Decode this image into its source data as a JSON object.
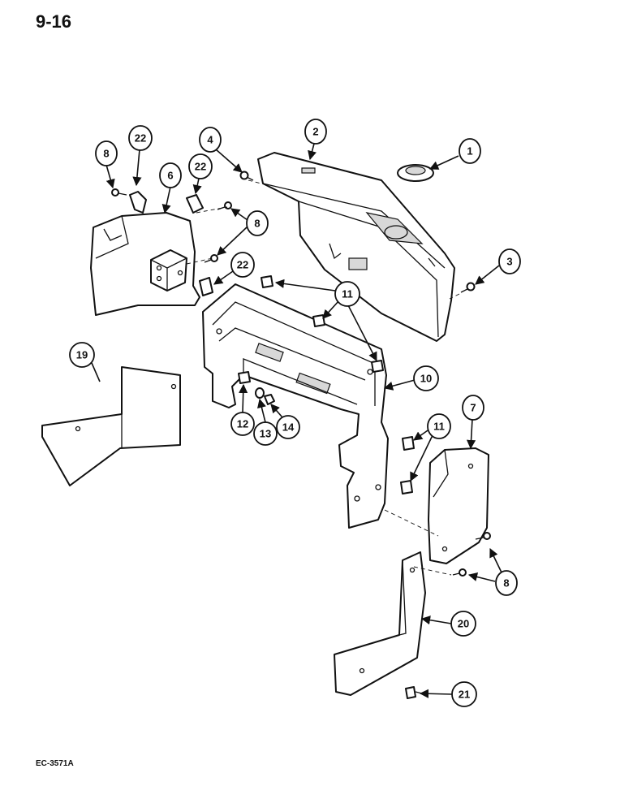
{
  "page_number": "9-16",
  "figure_code": "EC-3571A",
  "callouts": {
    "c1": "1",
    "c2": "2",
    "c3": "3",
    "c4": "4",
    "c6": "6",
    "c7": "7",
    "c8a": "8",
    "c8b": "8",
    "c8c": "8",
    "c10": "10",
    "c11a": "11",
    "c11b": "11",
    "c12": "12",
    "c13": "13",
    "c14": "14",
    "c19": "19",
    "c20": "20",
    "c21": "21",
    "c22a": "22",
    "c22b": "22",
    "c22c": "22"
  }
}
